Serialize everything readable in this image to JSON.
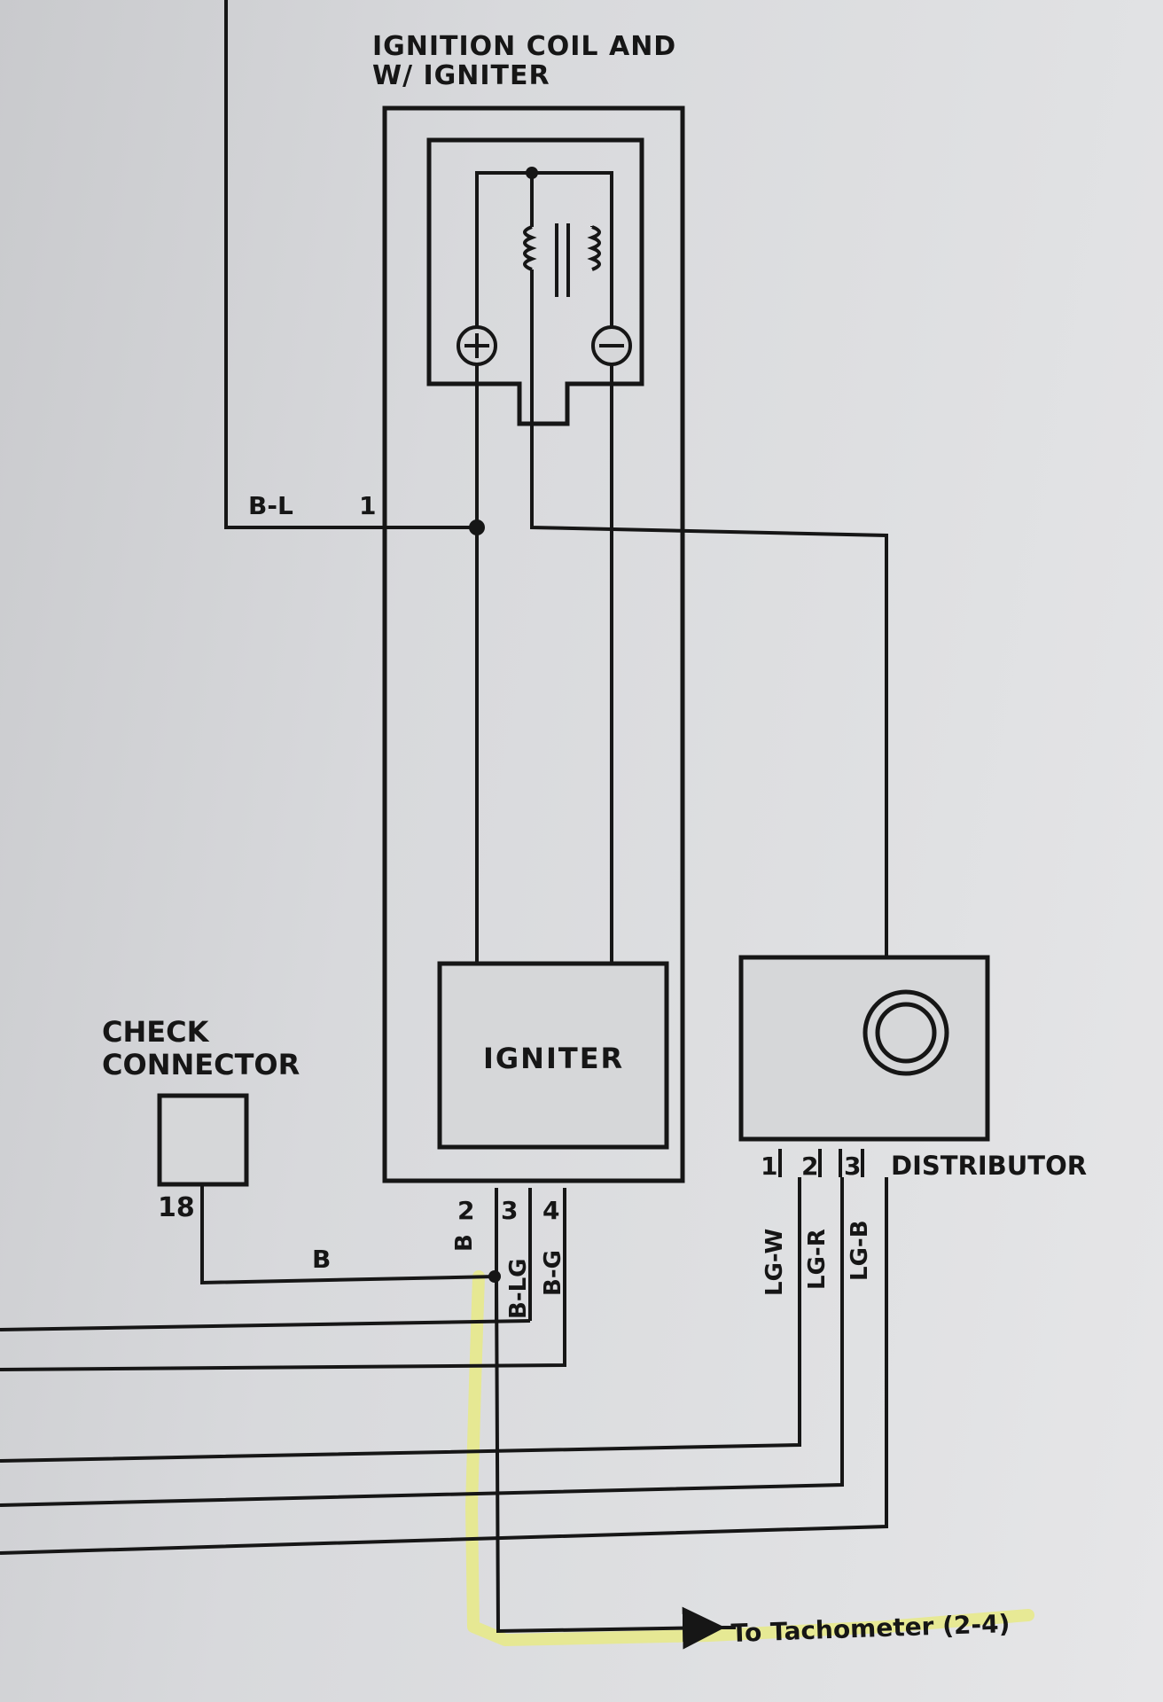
{
  "components": {
    "ignition_coil": {
      "label_line1": "IGNITION COIL AND",
      "label_line2": "W/ IGNITER"
    },
    "igniter": {
      "label": "IGNITER"
    },
    "check_connector": {
      "label_line1": "CHECK",
      "label_line2": "CONNECTOR",
      "pin": "18"
    },
    "distributor": {
      "label": "DISTRIBUTOR"
    }
  },
  "wires": {
    "bl": "B-L",
    "b_check": "B",
    "b_pin2": "B",
    "blg": "B-LG",
    "bg": "B-G",
    "lgw": "LG-W",
    "lgr": "LG-R",
    "lgb": "LG-B"
  },
  "pins": {
    "coil_1": "1",
    "igniter_2": "2",
    "igniter_3": "3",
    "igniter_4": "4",
    "dist_1": "1",
    "dist_2": "2",
    "dist_3": "3"
  },
  "annotations": {
    "to_tachometer": "To Tachometer (2-4)",
    "highlight_color": "#e7ea86"
  }
}
